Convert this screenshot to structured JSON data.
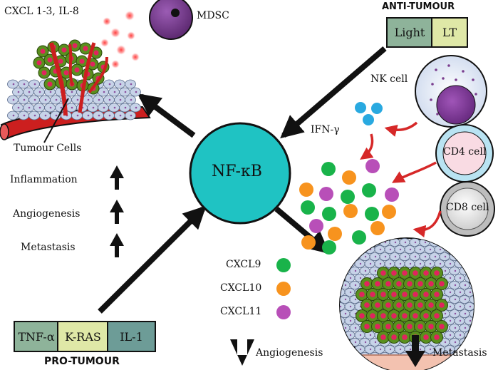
{
  "center": {
    "label": "NF-κB",
    "color": "#1fc3c3"
  },
  "top_left": {
    "chemokines_label": "CXCL 1-3, IL-8",
    "mdsc_label": "MDSC",
    "tumour_cells_label": "Tumour Cells"
  },
  "pro_tumour_effects": [
    {
      "label": "Inflammation"
    },
    {
      "label": "Angiogenesis"
    },
    {
      "label": "Metastasis"
    }
  ],
  "pro_tumour": {
    "title": "PRO-TUMOUR",
    "factors": [
      {
        "label": "TNF-α",
        "color": "#8eb39a"
      },
      {
        "label": "K-RAS",
        "color": "#dfe8a7"
      },
      {
        "label": "IL-1",
        "color": "#6d9c97"
      }
    ]
  },
  "anti_tumour": {
    "title": "ANTI-TUMOUR",
    "factors": [
      {
        "label": "Light",
        "color": "#8eb39a"
      },
      {
        "label": "LT",
        "color": "#dfe8a7"
      }
    ]
  },
  "immune_cells": {
    "nk": "NK cell",
    "ifn": "IFN-γ",
    "cd4": "CD4 cell",
    "cd8": "CD8 cell"
  },
  "chemokine_legend": [
    {
      "label": "CXCL9",
      "color": "#19b34a"
    },
    {
      "label": "CXCL10",
      "color": "#f7931e"
    },
    {
      "label": "CXCL11",
      "color": "#b84fb8"
    }
  ],
  "anti_tumour_effects": [
    {
      "label": "Angiogenesis"
    },
    {
      "label": "Metastasis"
    }
  ],
  "colors": {
    "tumour_green": "#5a8f1e",
    "tumour_nucleus": "#e0245e",
    "stroma_cell": "#c7d3e8",
    "vessel_red": "#cc1f1f",
    "mdsc_purple": "#7b3f8f",
    "ifn_blue": "#29a9e0"
  }
}
